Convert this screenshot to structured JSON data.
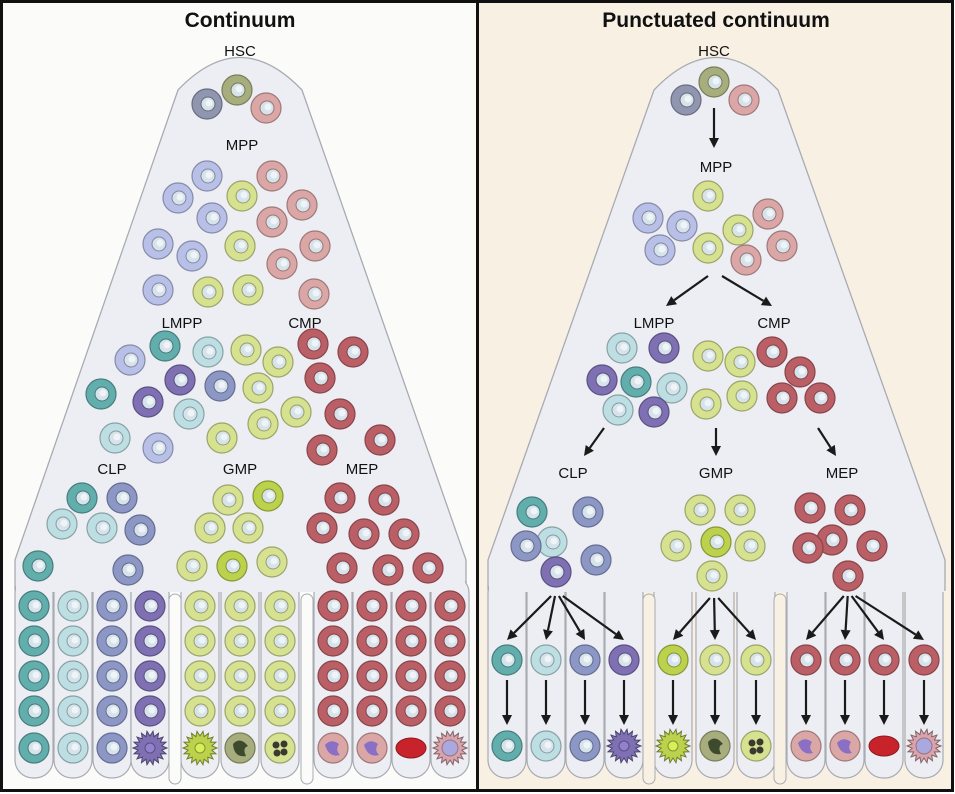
{
  "panels": [
    {
      "title": "Continuum",
      "background": "#fbfbf9",
      "labels": {
        "hsc": "HSC",
        "mpp": "MPP",
        "lmpp": "LMPP",
        "cmp": "CMP",
        "clp": "CLP",
        "gmp": "GMP",
        "mep": "MEP"
      }
    },
    {
      "title": "Punctuated continuum",
      "background": "#f7f0e3",
      "labels": {
        "hsc": "HSC",
        "mpp": "MPP",
        "lmpp": "LMPP",
        "cmp": "CMP",
        "clp": "CLP",
        "gmp": "GMP",
        "mep": "MEP"
      }
    }
  ],
  "colors": {
    "funnel_fill": "#eceef3",
    "funnel_stroke": "#a9abb2",
    "border": "#111111",
    "arrow": "#1a1a1a",
    "cell_types": {
      "slate_gray": "#9096b0",
      "olive": "#a7ad7c",
      "pink": "#dba7a6",
      "lavender": "#b9c0e8",
      "yellow_green": "#d7e290",
      "green": "#bcd14c",
      "teal": "#62aeac",
      "light_blue": "#bddfe3",
      "slate_blue": "#8c97c6",
      "purple": "#7f70b3",
      "red": "#bb5f67",
      "erythrocyte": "#c8232b"
    }
  }
}
